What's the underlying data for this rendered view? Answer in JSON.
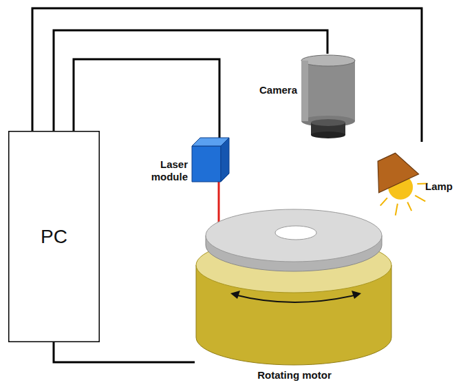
{
  "diagram": {
    "nodes": [
      {
        "text": [
          "PC"
        ]
      },
      {
        "text": [
          "Laser module"
        ]
      },
      {
        "text": [
          "Camera"
        ]
      },
      {
        "text": [
          "Lamp"
        ]
      },
      {
        "text": [
          "Rotating motor"
        ]
      }
    ],
    "edges": [
      {
        "from": 0,
        "to": 1,
        "arrow": "none"
      },
      {
        "from": 0,
        "to": 2,
        "arrow": "none"
      },
      {
        "from": 0,
        "to": 3,
        "arrow": "none"
      },
      {
        "from": 0,
        "to": 4,
        "arrow": "none"
      }
    ]
  }
}
